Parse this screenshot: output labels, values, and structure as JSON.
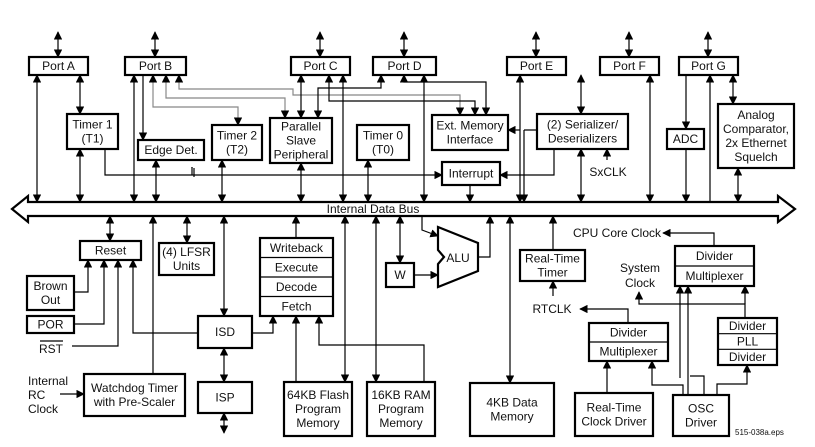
{
  "blocks": {
    "port_a": "Port A",
    "port_b": "Port B",
    "port_c": "Port C",
    "port_d": "Port D",
    "port_e": "Port E",
    "port_f": "Port F",
    "port_g": "Port G",
    "timer1": [
      "Timer 1",
      "(T1)"
    ],
    "edge_det": [
      "Edge Det."
    ],
    "timer2": [
      "Timer 2",
      "(T2)"
    ],
    "parallel_slave": [
      "Parallel",
      "Slave",
      "Peripheral"
    ],
    "timer0": [
      "Timer 0",
      "(T0)"
    ],
    "ext_memory": [
      "Ext. Memory",
      "Interface"
    ],
    "serializer": [
      "(2) Serializer/",
      "Deserializers"
    ],
    "adc": [
      "ADC"
    ],
    "analog_comparator": [
      "Analog",
      "Comparator,",
      "2x Ethernet",
      "Squelch"
    ],
    "interrupt": [
      "Interrupt"
    ],
    "reset": [
      "Reset"
    ],
    "lfsr": [
      "(4) LFSR",
      "Units"
    ],
    "pipeline": [
      "Writeback",
      "Execute",
      "Decode",
      "Fetch"
    ],
    "w": [
      "W"
    ],
    "alu": "ALU",
    "rt_timer": [
      "Real-Time",
      "Timer"
    ],
    "core_divmux": [
      "Divider",
      "Multiplexer"
    ],
    "rtc_divmux": [
      "Divider",
      "Multiplexer"
    ],
    "pll_stack": [
      "Divider",
      "PLL",
      "Divider"
    ],
    "brown_out": [
      "Brown",
      "Out"
    ],
    "por": [
      "POR"
    ],
    "isd": [
      "ISD"
    ],
    "isp": [
      "ISP"
    ],
    "watchdog": [
      "Watchdog Timer",
      "with Pre-Scaler"
    ],
    "flash": [
      "64KB Flash",
      "Program",
      "Memory"
    ],
    "ram": [
      "16KB RAM",
      "Program",
      "Memory"
    ],
    "data_mem": [
      "4KB Data",
      "Memory"
    ],
    "rtc_driver": [
      "Real-Time",
      "Clock Driver"
    ],
    "osc_driver": [
      "OSC",
      "Driver"
    ]
  },
  "labels": {
    "bus": "Internal Data Bus",
    "sxclk": "SxCLK",
    "cpu_core_clock": "CPU Core Clock",
    "system_clock": [
      "System",
      "Clock"
    ],
    "rtclk": "RTCLK",
    "rst": "RST",
    "internal_rc_clock": [
      "Internal",
      "RC",
      "Clock"
    ],
    "figure_id": "515-038a.eps"
  }
}
